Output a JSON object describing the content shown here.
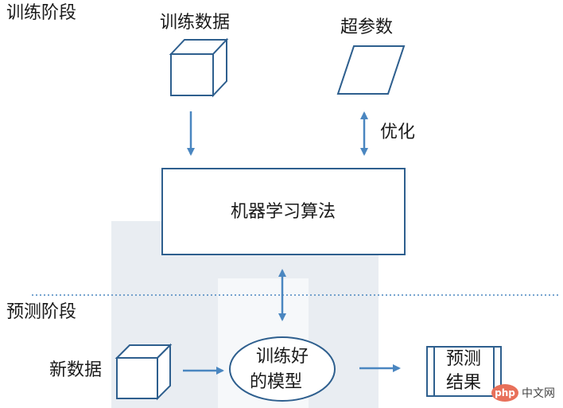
{
  "stages": {
    "training": "训练阶段",
    "prediction": "预测阶段"
  },
  "nodes": {
    "training_data": "训练数据",
    "hyperparameters": "超参数",
    "optimize": "优化",
    "ml_algorithm": "机器学习算法",
    "new_data": "新数据",
    "trained_model_line1": "训练好",
    "trained_model_line2": "的模型",
    "result_line1": "预测",
    "result_line2": "结果"
  },
  "watermark": {
    "logo_text": "php",
    "site": "中文网"
  },
  "colors": {
    "box_stroke": "#2e5f8e",
    "arrow": "#4a86c0",
    "watermark_bg": "#e9edf2"
  }
}
